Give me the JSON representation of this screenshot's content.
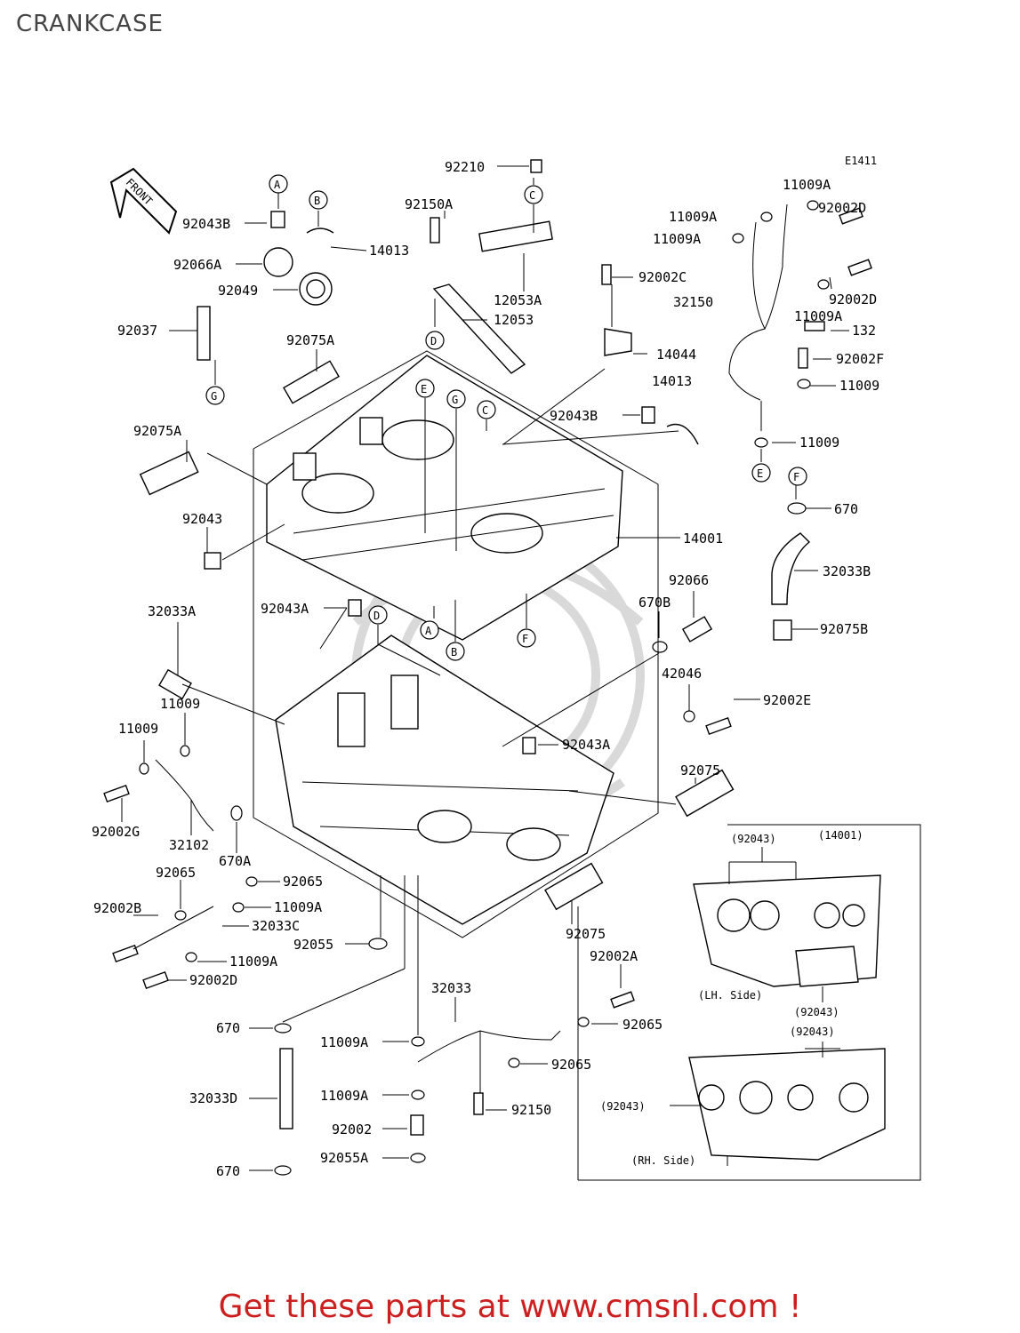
{
  "page_title": "CRANKCASE",
  "footer_text": "Get these parts at www.cmsnl.com !",
  "colors": {
    "footer": "#cc1f1f",
    "line": "#000000",
    "watermark": "#d9d9d9"
  },
  "diagram": {
    "code": "E1411",
    "front_label": "FRONT",
    "markers": [
      "A",
      "B",
      "C",
      "D",
      "E",
      "F",
      "G"
    ],
    "inset_labels": {
      "lh_side": "(LH. Side)",
      "rh_side": "(RH. Side)",
      "ref_92043": "(92043)",
      "ref_14001": "(14001)"
    },
    "part_labels": [
      "92210",
      "92150A",
      "12053A",
      "12053",
      "92043B",
      "14013",
      "92066A",
      "92049",
      "92037",
      "92075A",
      "92002C",
      "14044",
      "11009A",
      "92002D",
      "32150",
      "132",
      "92002F",
      "11009",
      "14001",
      "670",
      "32033B",
      "92075B",
      "92066",
      "670B",
      "42046",
      "92002E",
      "92043A",
      "92075",
      "32033A",
      "92043",
      "11009",
      "92002G",
      "32102",
      "670A",
      "92065",
      "92002B",
      "32033C",
      "92055",
      "92002D",
      "670",
      "32033",
      "32033D",
      "92002A",
      "92002",
      "92055A",
      "92150"
    ]
  }
}
